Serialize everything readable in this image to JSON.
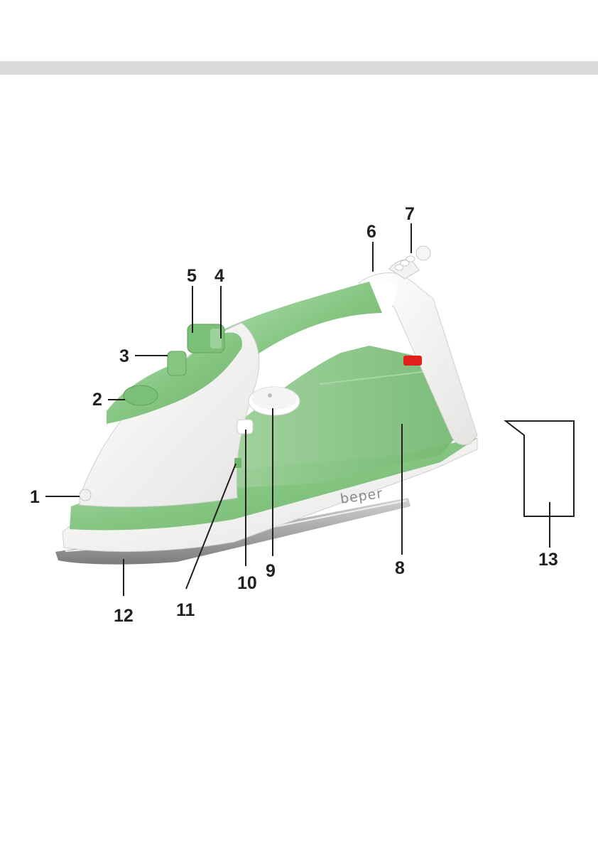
{
  "brand_text": "beper",
  "colors": {
    "header_bar": "#d9d9d9",
    "green": "#8cc98a",
    "green_dark": "#6fb56c",
    "white_body": "#f6f6f4",
    "soleplate": "#a8a8a8"
  },
  "callouts": [
    "1",
    "2",
    "3",
    "4",
    "5",
    "6",
    "7",
    "8",
    "9",
    "10",
    "11",
    "12",
    "13"
  ]
}
